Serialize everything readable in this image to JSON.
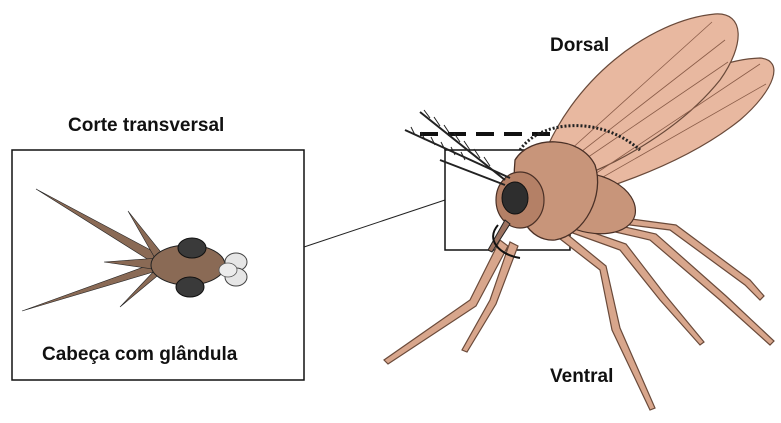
{
  "labels": {
    "cross_section_title": "Corte transversal",
    "dorsal": "Dorsal",
    "ventral": "Ventral",
    "head_caption": "Cabeça com glândula"
  },
  "colors": {
    "body_fill": "#c8957a",
    "body_dark": "#9c7260",
    "wing_fill": "#e8b8a0",
    "eye_fill": "#3a3a3a",
    "head_fill": "#8a6a55",
    "gland_fill": "#e6e6e6",
    "outline": "#222222"
  },
  "icons": {
    "insect": "sand-fly-illustration",
    "cross_section": "head-cross-section-illustration"
  }
}
